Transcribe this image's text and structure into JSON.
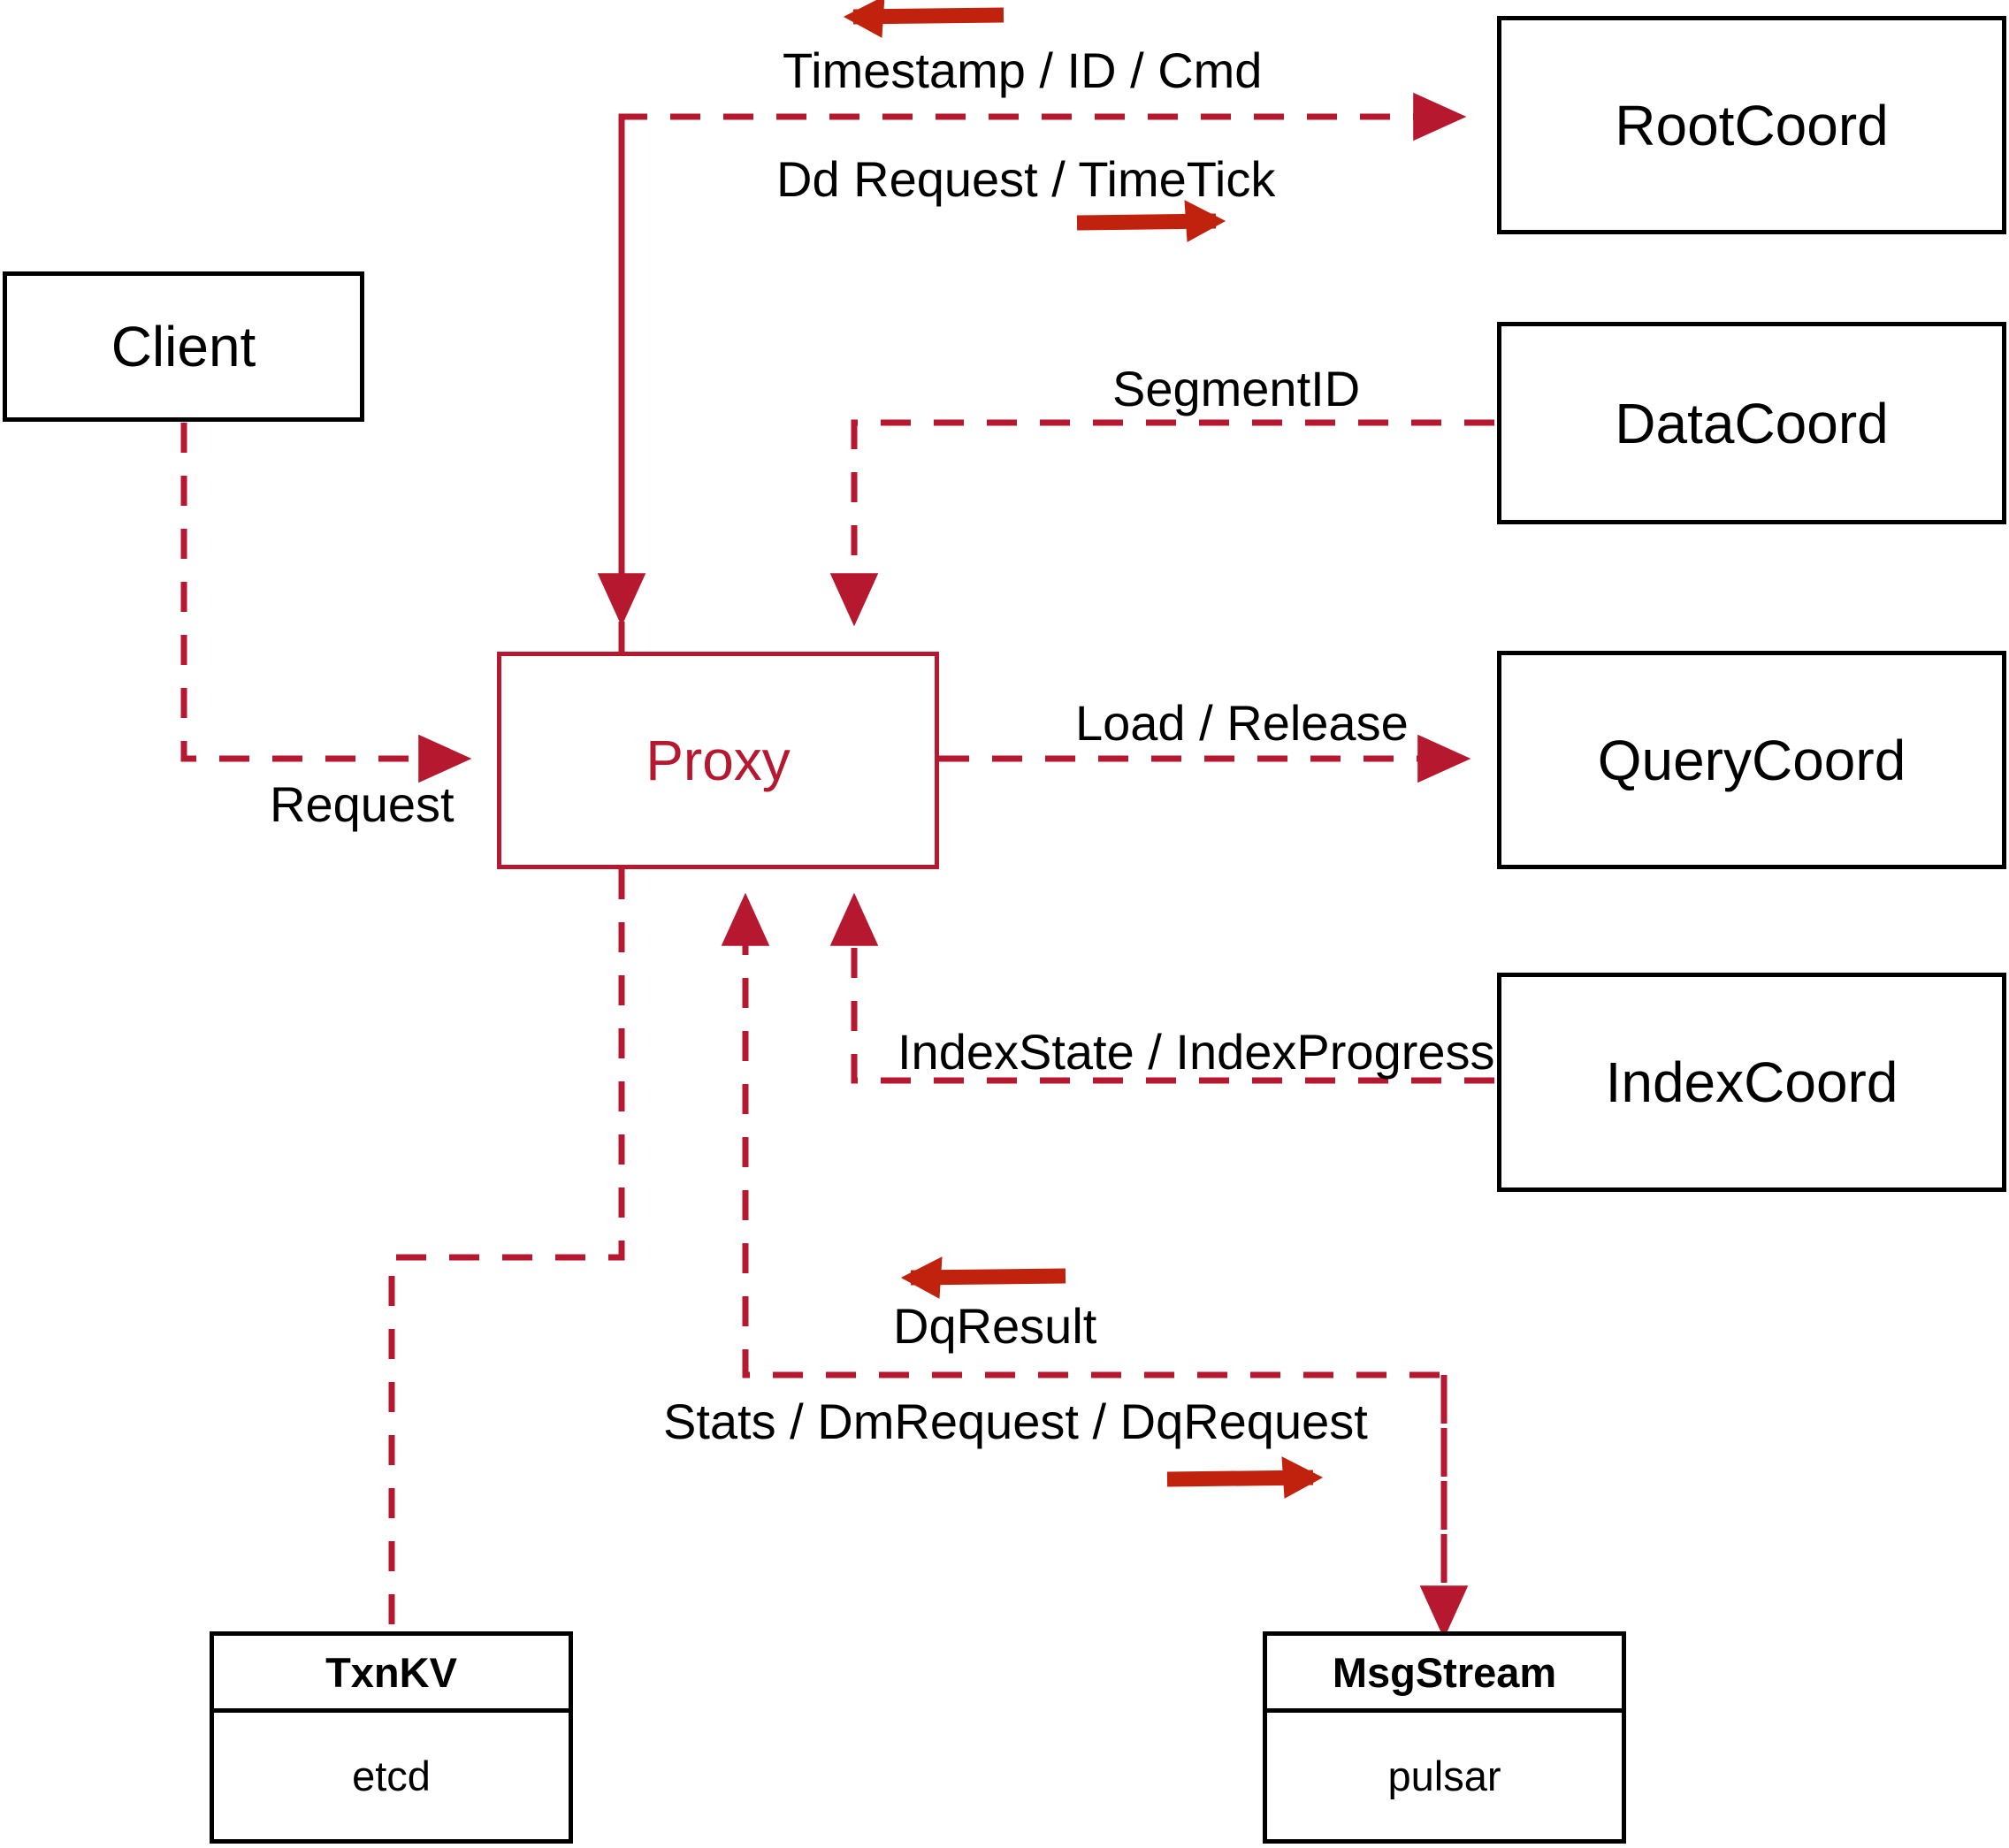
{
  "diagram": {
    "title": "Proxy interaction diagram",
    "colors": {
      "node_border": "#000000",
      "proxy_accent": "#B6182F",
      "connector": "#B6182F",
      "arrow_glyph": "#C0220D",
      "background": "#FFFFFF"
    }
  },
  "nodes": [
    {
      "id": "client",
      "label": "Client"
    },
    {
      "id": "proxy",
      "label": "Proxy"
    },
    {
      "id": "rootcoord",
      "label": "RootCoord"
    },
    {
      "id": "datacoord",
      "label": "DataCoord"
    },
    {
      "id": "querycoord",
      "label": "QueryCoord"
    },
    {
      "id": "indexcoord",
      "label": "IndexCoord"
    }
  ],
  "stacks": [
    {
      "id": "txnkv",
      "title": "TxnKV",
      "sub": "etcd"
    },
    {
      "id": "msgstream",
      "title": "MsgStream",
      "sub": "pulsar"
    }
  ],
  "edge_labels": [
    {
      "id": "timestamp-id-cmd",
      "text": "Timestamp / ID / Cmd"
    },
    {
      "id": "dd-request-timetick",
      "text": "Dd Request / TimeTick"
    },
    {
      "id": "segmentid",
      "text": "SegmentID"
    },
    {
      "id": "load-release",
      "text": "Load / Release"
    },
    {
      "id": "request",
      "text": "Request"
    },
    {
      "id": "indexstate-progress",
      "text": "IndexState / IndexProgress"
    },
    {
      "id": "dqresult",
      "text": "DqResult"
    },
    {
      "id": "stats-dm-dq",
      "text": "Stats / DmRequest / DqRequest"
    }
  ],
  "direction_arrows": [
    {
      "id": "timestamp-arrow",
      "direction": "left",
      "for": "timestamp-id-cmd"
    },
    {
      "id": "ddrequest-arrow",
      "direction": "right",
      "for": "dd-request-timetick"
    },
    {
      "id": "dqresult-arrow",
      "direction": "left",
      "for": "dqresult"
    },
    {
      "id": "stats-arrow",
      "direction": "right",
      "for": "stats-dm-dq"
    }
  ],
  "connections": [
    {
      "id": "rootcoord-to-proxy",
      "from": "rootcoord",
      "to": "proxy",
      "style": "dashed",
      "label": "Timestamp / ID / Cmd"
    },
    {
      "id": "proxy-to-rootcoord",
      "from": "proxy",
      "to": "rootcoord",
      "style": "dashed",
      "label": "Dd Request / TimeTick"
    },
    {
      "id": "datacoord-to-proxy",
      "from": "datacoord",
      "to": "proxy",
      "style": "dashed",
      "label": "SegmentID"
    },
    {
      "id": "proxy-to-querycoord",
      "from": "proxy",
      "to": "querycoord",
      "style": "dashed",
      "label": "Load / Release"
    },
    {
      "id": "client-to-proxy",
      "from": "client",
      "to": "proxy",
      "style": "dashed",
      "label": "Request"
    },
    {
      "id": "indexcoord-to-proxy",
      "from": "indexcoord",
      "to": "proxy",
      "style": "dashed",
      "label": "IndexState / IndexProgress"
    },
    {
      "id": "msgstream-to-proxy",
      "from": "msgstream",
      "to": "proxy",
      "style": "dashed",
      "label": "DqResult"
    },
    {
      "id": "proxy-to-msgstream",
      "from": "proxy",
      "to": "msgstream",
      "style": "dashed",
      "label": "Stats / DmRequest / DqRequest"
    },
    {
      "id": "proxy-to-txnkv",
      "from": "proxy",
      "to": "txnkv",
      "style": "dashed",
      "label": ""
    }
  ]
}
